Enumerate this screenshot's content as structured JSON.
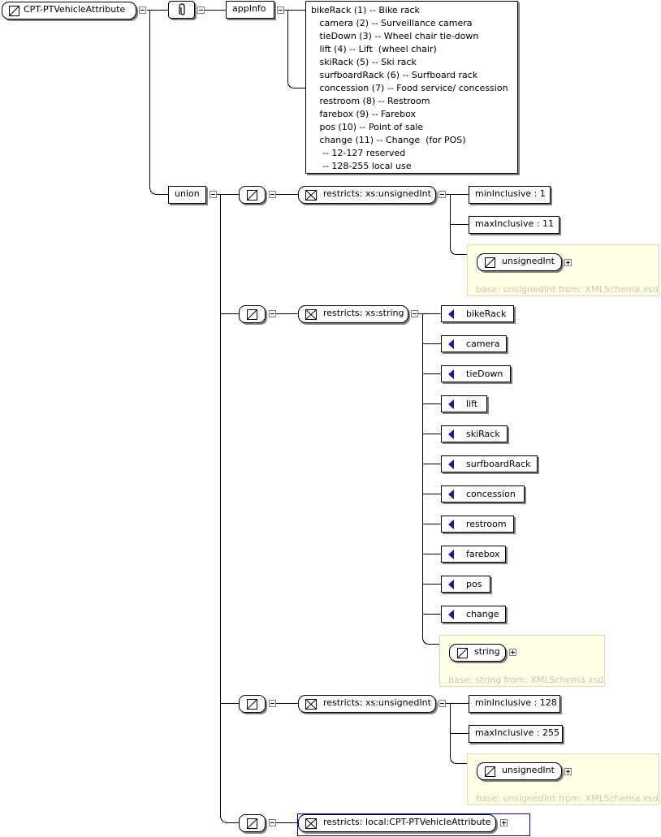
{
  "root": {
    "name": "CPT-PTVehicleAttribute"
  },
  "annotation": {
    "appinfo_label": "appInfo",
    "doc_lines": [
      "bikeRack (1) -- Bike rack",
      "   camera (2) -- Surveillance camera",
      "   tieDown (3) -- Wheel chair tie-down",
      "   lift (4) -- Lift  (wheel chair)",
      "   skiRack (5) -- Ski rack",
      "   surfboardRack (6) -- Surfboard rack",
      "   concession (7) -- Food service/ concession",
      "   restroom (8) -- Restroom",
      "   farebox (9) -- Farebox",
      "   pos (10) -- Point of sale",
      "   change (11) -- Change  (for POS)",
      "    -- 12-127 reserved",
      "    -- 128-255 local use"
    ]
  },
  "union": {
    "label": "union",
    "members": [
      {
        "restriction": "restricts: xs:unsignedInt",
        "facets": [
          "minInclusive : 1",
          "maxInclusive : 11"
        ],
        "base_type": "unsignedInt",
        "base_info": "base: unsignedInt from: XMLSchema.xsd"
      },
      {
        "restriction": "restricts: xs:string",
        "enumerations": [
          "bikeRack",
          "camera",
          "tieDown",
          "lift",
          "skiRack",
          "surfboardRack",
          "concession",
          "restroom",
          "farebox",
          "pos",
          "change"
        ],
        "base_type": "string",
        "base_info": "base: string from: XMLSchema.xsd"
      },
      {
        "restriction": "restricts: xs:unsignedInt",
        "facets": [
          "minInclusive : 128",
          "maxInclusive : 255"
        ],
        "base_type": "unsignedInt",
        "base_info": "base: unsignedInt from: XMLSchema.xsd"
      },
      {
        "restriction": "restricts: local:CPT-PTVehicleAttribute"
      }
    ]
  }
}
